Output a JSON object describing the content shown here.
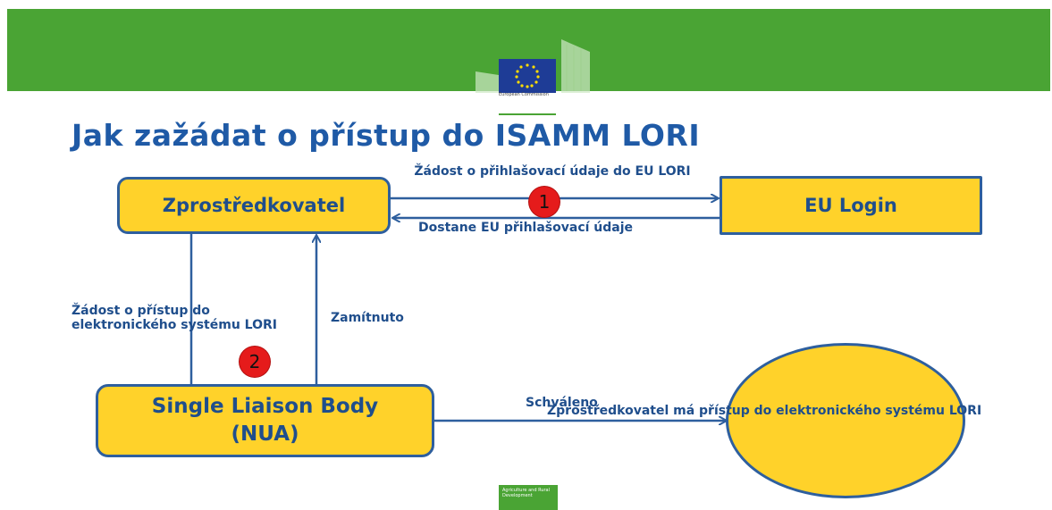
{
  "header": {
    "logo_caption": "European Commission"
  },
  "title": "Jak zažádat o přístup do ISAMM LORI",
  "nodes": {
    "zprostredkovatel": "Zprostředkovatel",
    "eu_login": "EU Login",
    "slb_line1": "Single Liaison Body",
    "slb_line2": "(NUA)"
  },
  "edges": {
    "request_credentials": "Žádost o přihlašovací  údaje do EU LORI",
    "receive_credentials": "Dostane EU přihlašovací  údaje",
    "request_access": "Žádost o přístup do elektronického systému LORI",
    "rejected": "Zamítnuto",
    "approved": "Schváleno",
    "final_access": "Zprostředkovatel má přístup do elektronického systému LORI"
  },
  "badges": {
    "step1": "1",
    "step2": "2"
  },
  "footer": {
    "logo_caption": "Agriculture and Rural Development"
  },
  "colors": {
    "header_green": "#4aa434",
    "box_yellow": "#ffd22a",
    "border_blue": "#2e5f9e",
    "text_blue": "#1f4e8c",
    "badge_red": "#e51b1b"
  }
}
